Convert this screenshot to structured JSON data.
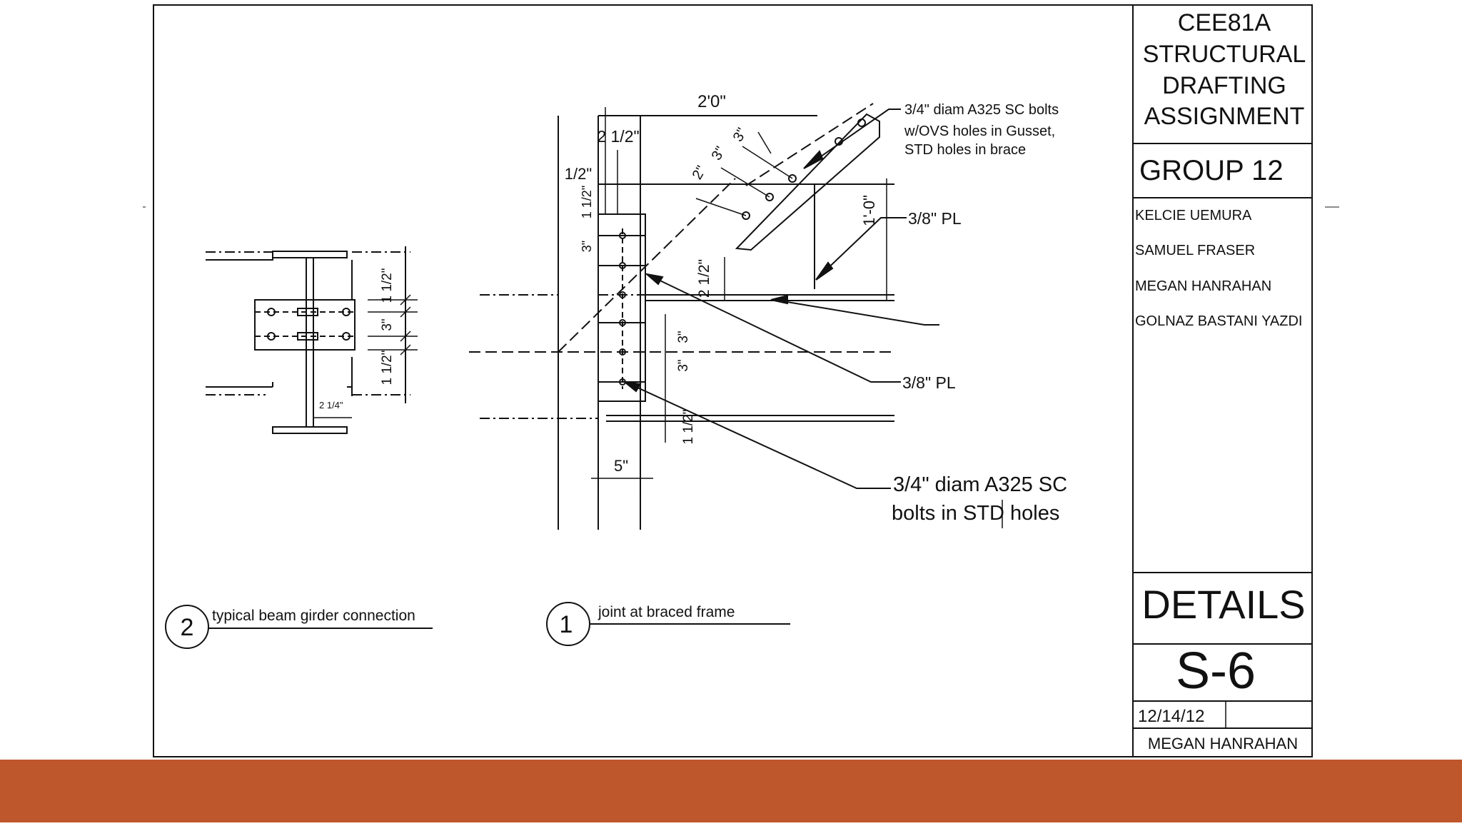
{
  "title_block": {
    "project_name": "CEE81A STRUCTURAL DRAFTING ASSIGNMENT",
    "project_lines": [
      "CEE81A",
      "STRUCTURAL",
      "DRAFTING",
      "ASSIGNMENT"
    ],
    "group": "GROUP 12",
    "team_members": [
      "KELCIE UEMURA",
      "SAMUEL FRASER",
      "MEGAN HANRAHAN",
      "GOLNAZ BASTANI YAZDI"
    ],
    "sheet_title": "DETAILS",
    "sheet_number": "S-6",
    "date": "12/14/12",
    "drawn_by": "MEGAN HANRAHAN"
  },
  "detail_1": {
    "number": "1",
    "title": "joint at braced frame",
    "dims": {
      "top_width": "2'0\"",
      "edge_2_half": "2 1/2\"",
      "half": "1/2\"",
      "one_half_v": "1 1/2\"",
      "three_v": "3\"",
      "one_foot": "1'-0\"",
      "two_half_v": "2 1/2\"",
      "three_a": "3\"",
      "three_b": "3\"",
      "one_half_low": "1 1/2\"",
      "five": "5\"",
      "brace_2": "2\"",
      "brace_3a": "3\"",
      "brace_3b": "3\""
    },
    "callouts": {
      "bolts_gusset": [
        "3/4\" diam A325 SC bolts",
        "w/OVS holes in Gusset,",
        "STD holes in brace"
      ],
      "plate_upper": "3/8\" PL",
      "plate_lower": "3/8\" PL",
      "bolts_std": [
        "3/4\" diam A325 SC",
        "bolts in STD holes"
      ]
    }
  },
  "detail_2": {
    "number": "2",
    "title": "typical beam girder connection",
    "dims": {
      "top": "1 1/2\"",
      "mid": "3\"",
      "bottom": "1 1/2\"",
      "gap": "2 1/4\""
    }
  },
  "colors": {
    "footer_band": "#be572b",
    "footer_line": "#d9782a",
    "ink": "#111111"
  }
}
